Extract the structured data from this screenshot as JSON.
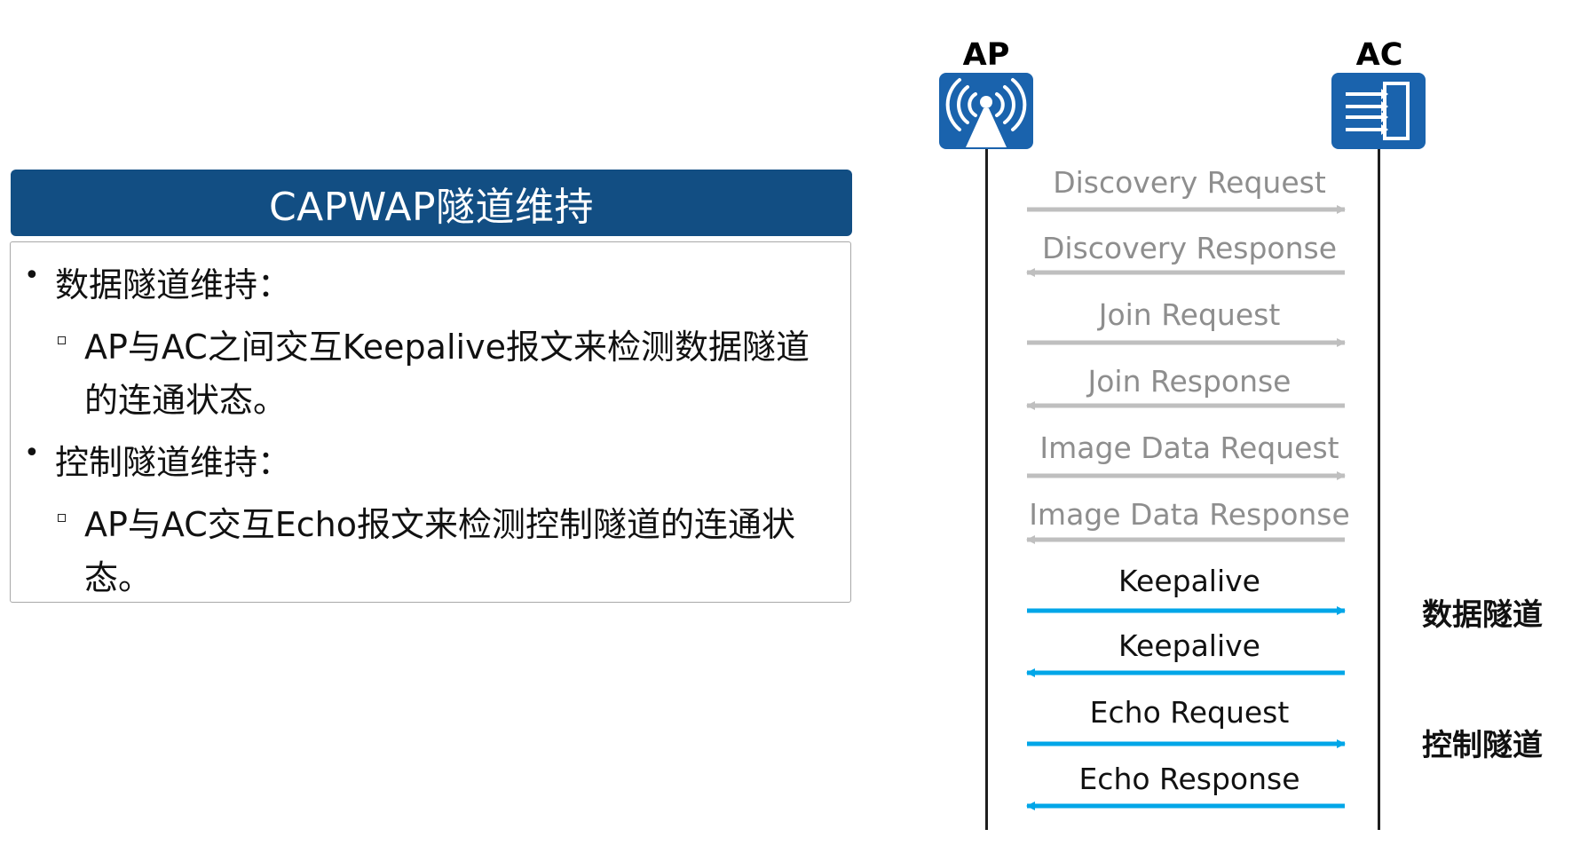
{
  "panel": {
    "title": "CAPWAP隧道维持",
    "items": [
      {
        "heading": "数据隧道维持：",
        "detail_line1": "AP与AC之间交互Keepalive报文来检测数据隧道",
        "detail_line2": "的连通状态。"
      },
      {
        "heading": "控制隧道维持：",
        "detail_line1": "AP与AC交互Echo报文来检测控制隧道的连通状",
        "detail_line2": "态。"
      }
    ]
  },
  "diagram": {
    "actors": [
      {
        "label": "AP",
        "icon": "wireless-ap-icon"
      },
      {
        "label": "AC",
        "icon": "access-controller-icon"
      }
    ],
    "messages": [
      {
        "label": "Discovery Request",
        "direction": "ap-to-ac",
        "style": "gray"
      },
      {
        "label": "Discovery Response",
        "direction": "ac-to-ap",
        "style": "gray"
      },
      {
        "label": "Join Request",
        "direction": "ap-to-ac",
        "style": "gray"
      },
      {
        "label": "Join Response",
        "direction": "ac-to-ap",
        "style": "gray"
      },
      {
        "label": "Image Data Request",
        "direction": "ap-to-ac",
        "style": "gray"
      },
      {
        "label": "Image Data Response",
        "direction": "ac-to-ap",
        "style": "gray"
      },
      {
        "label": "Keepalive",
        "direction": "ap-to-ac",
        "style": "blue"
      },
      {
        "label": "Keepalive",
        "direction": "ac-to-ap",
        "style": "blue"
      },
      {
        "label": "Echo Request",
        "direction": "ap-to-ac",
        "style": "blue"
      },
      {
        "label": "Echo Response",
        "direction": "ac-to-ap",
        "style": "blue"
      }
    ],
    "tunnel_labels": {
      "data": "数据隧道",
      "control": "控制隧道"
    }
  },
  "colors": {
    "title_bg": "#124e83",
    "icon_bg": "#1a63ad",
    "gray_arrow": "#bfbfbf",
    "blue_arrow": "#00a6e8"
  }
}
